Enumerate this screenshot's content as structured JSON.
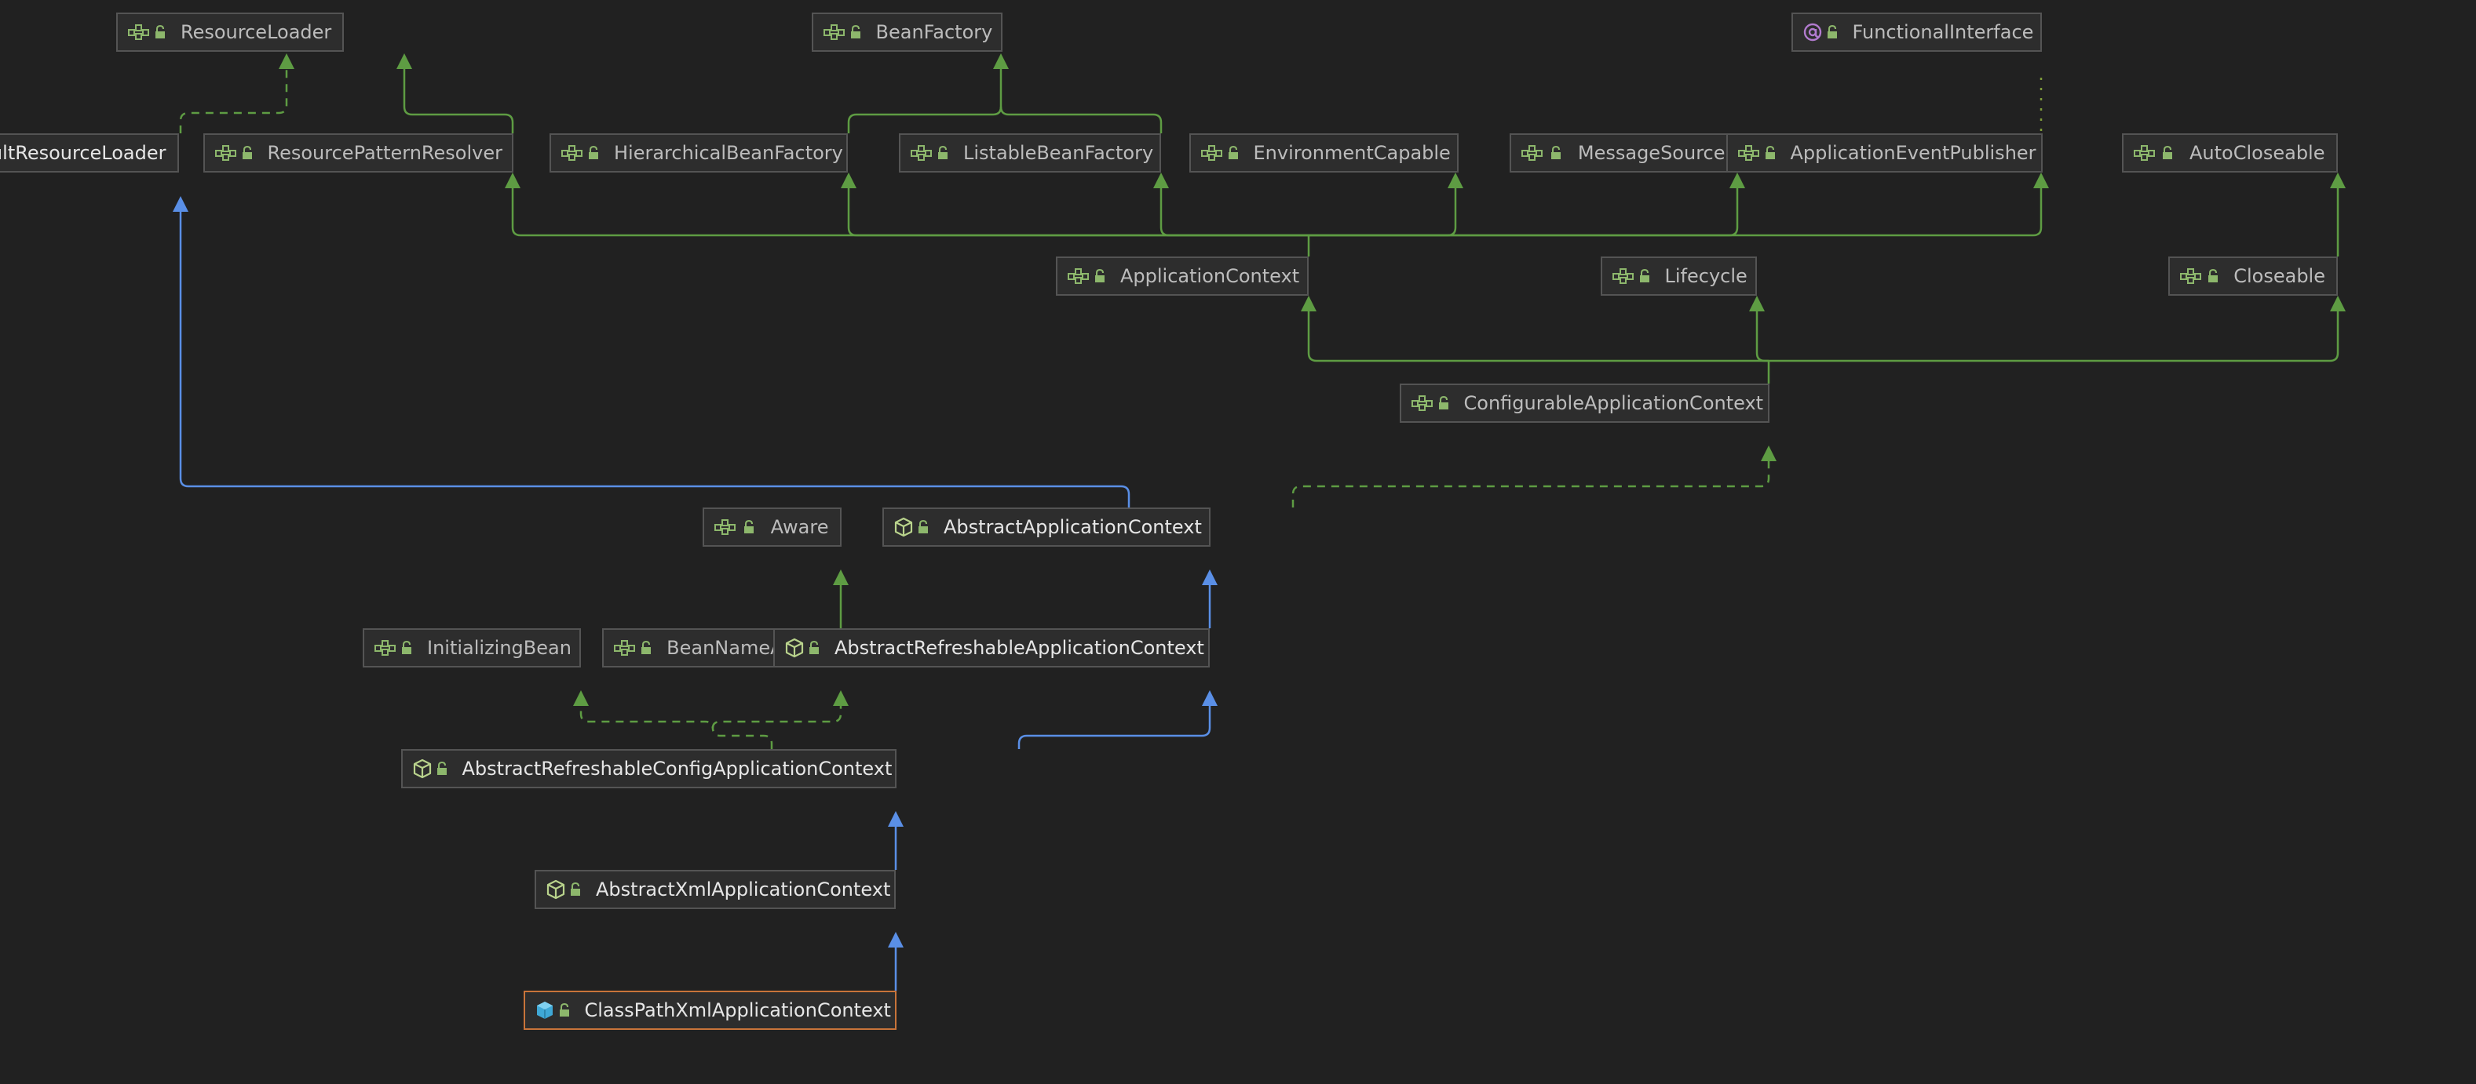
{
  "diagram": {
    "colors": {
      "background": "#212121",
      "node_fill": "#2d2d2d",
      "node_border": "#545454",
      "selected_border": "#c8743a",
      "interface_edge": "#5e9c43",
      "class_edge": "#5a8fe6",
      "annotation_edge": "#7f9c3a",
      "interface_icon": "#8db76c",
      "class_icon": "#b9d38c",
      "concrete_class_icon": "#3fa8d6",
      "annotation_icon": "#b27bcf",
      "lock_icon": "#8db76c"
    },
    "nodes": [
      {
        "id": "ResourceLoader",
        "label": "ResourceLoader",
        "kind": "interface-icon"
      },
      {
        "id": "BeanFactory",
        "label": "BeanFactory",
        "kind": "interface-icon"
      },
      {
        "id": "FunctionalInterface",
        "label": "FunctionalInterface",
        "kind": "annotation-icon"
      },
      {
        "id": "DefaultResourceLoader",
        "label": "DefaultResourceLoader",
        "kind": "concrete-class-icon"
      },
      {
        "id": "ResourcePatternResolver",
        "label": "ResourcePatternResolver",
        "kind": "interface-icon"
      },
      {
        "id": "HierarchicalBeanFactory",
        "label": "HierarchicalBeanFactory",
        "kind": "interface-icon"
      },
      {
        "id": "ListableBeanFactory",
        "label": "ListableBeanFactory",
        "kind": "interface-icon"
      },
      {
        "id": "EnvironmentCapable",
        "label": "EnvironmentCapable",
        "kind": "interface-icon"
      },
      {
        "id": "MessageSource",
        "label": "MessageSource",
        "kind": "interface-icon"
      },
      {
        "id": "ApplicationEventPublisher",
        "label": "ApplicationEventPublisher",
        "kind": "interface-icon"
      },
      {
        "id": "AutoCloseable",
        "label": "AutoCloseable",
        "kind": "interface-icon"
      },
      {
        "id": "ApplicationContext",
        "label": "ApplicationContext",
        "kind": "interface-icon"
      },
      {
        "id": "Lifecycle",
        "label": "Lifecycle",
        "kind": "interface-icon"
      },
      {
        "id": "Closeable",
        "label": "Closeable",
        "kind": "interface-icon"
      },
      {
        "id": "ConfigurableApplicationContext",
        "label": "ConfigurableApplicationContext",
        "kind": "interface-icon"
      },
      {
        "id": "Aware",
        "label": "Aware",
        "kind": "interface-icon"
      },
      {
        "id": "AbstractApplicationContext",
        "label": "AbstractApplicationContext",
        "kind": "abstract-class-icon"
      },
      {
        "id": "InitializingBean",
        "label": "InitializingBean",
        "kind": "interface-icon"
      },
      {
        "id": "BeanNameAware",
        "label": "BeanNameAware",
        "kind": "interface-icon"
      },
      {
        "id": "AbstractRefreshableApplicationContext",
        "label": "AbstractRefreshableApplicationContext",
        "kind": "abstract-class-icon"
      },
      {
        "id": "AbstractRefreshableConfigApplicationContext",
        "label": "AbstractRefreshableConfigApplicationContext",
        "kind": "abstract-class-icon"
      },
      {
        "id": "AbstractXmlApplicationContext",
        "label": "AbstractXmlApplicationContext",
        "kind": "abstract-class-icon"
      },
      {
        "id": "ClassPathXmlApplicationContext",
        "label": "ClassPathXmlApplicationContext",
        "kind": "concrete-class-icon",
        "selected": true
      }
    ],
    "edges": [
      {
        "from": "DefaultResourceLoader",
        "to": "ResourceLoader",
        "type": "implements"
      },
      {
        "from": "ResourcePatternResolver",
        "to": "ResourceLoader",
        "type": "extends-interface"
      },
      {
        "from": "HierarchicalBeanFactory",
        "to": "BeanFactory",
        "type": "extends-interface"
      },
      {
        "from": "ListableBeanFactory",
        "to": "BeanFactory",
        "type": "extends-interface"
      },
      {
        "from": "ApplicationEventPublisher",
        "to": "FunctionalInterface",
        "type": "annotated"
      },
      {
        "from": "ApplicationContext",
        "to": "ResourcePatternResolver",
        "type": "extends-interface"
      },
      {
        "from": "ApplicationContext",
        "to": "HierarchicalBeanFactory",
        "type": "extends-interface"
      },
      {
        "from": "ApplicationContext",
        "to": "ListableBeanFactory",
        "type": "extends-interface"
      },
      {
        "from": "ApplicationContext",
        "to": "EnvironmentCapable",
        "type": "extends-interface"
      },
      {
        "from": "ApplicationContext",
        "to": "MessageSource",
        "type": "extends-interface"
      },
      {
        "from": "ApplicationContext",
        "to": "ApplicationEventPublisher",
        "type": "extends-interface"
      },
      {
        "from": "Closeable",
        "to": "AutoCloseable",
        "type": "extends-interface"
      },
      {
        "from": "ConfigurableApplicationContext",
        "to": "ApplicationContext",
        "type": "extends-interface"
      },
      {
        "from": "ConfigurableApplicationContext",
        "to": "Lifecycle",
        "type": "extends-interface"
      },
      {
        "from": "ConfigurableApplicationContext",
        "to": "Closeable",
        "type": "extends-interface"
      },
      {
        "from": "AbstractApplicationContext",
        "to": "DefaultResourceLoader",
        "type": "extends-class"
      },
      {
        "from": "AbstractApplicationContext",
        "to": "ConfigurableApplicationContext",
        "type": "implements"
      },
      {
        "from": "BeanNameAware",
        "to": "Aware",
        "type": "extends-interface"
      },
      {
        "from": "AbstractRefreshableApplicationContext",
        "to": "AbstractApplicationContext",
        "type": "extends-class"
      },
      {
        "from": "AbstractRefreshableConfigApplicationContext",
        "to": "AbstractRefreshableApplicationContext",
        "type": "extends-class"
      },
      {
        "from": "AbstractRefreshableConfigApplicationContext",
        "to": "InitializingBean",
        "type": "implements"
      },
      {
        "from": "AbstractRefreshableConfigApplicationContext",
        "to": "BeanNameAware",
        "type": "implements"
      },
      {
        "from": "AbstractXmlApplicationContext",
        "to": "AbstractRefreshableConfigApplicationContext",
        "type": "extends-class"
      },
      {
        "from": "ClassPathXmlApplicationContext",
        "to": "AbstractXmlApplicationContext",
        "type": "extends-class"
      }
    ]
  }
}
